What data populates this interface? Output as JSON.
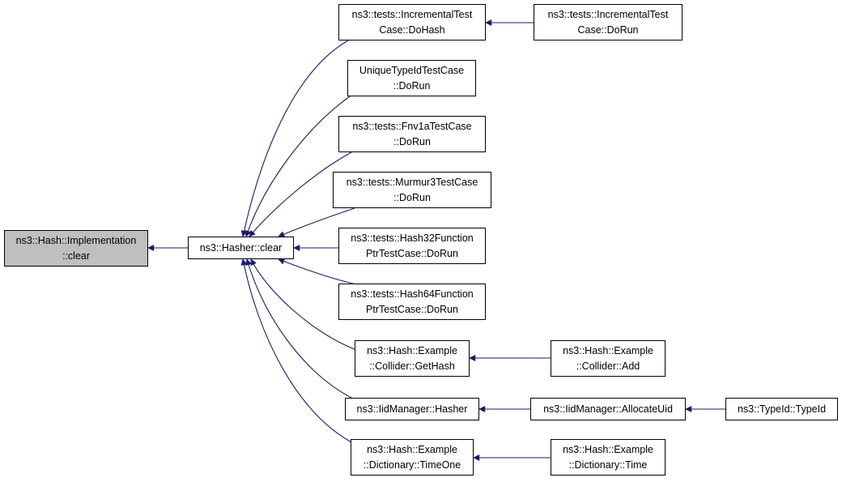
{
  "graph": {
    "edge_color": "#191970",
    "root_fill": "#bfbfbf",
    "nodes": {
      "impl_clear": {
        "line1": "ns3::Hash::Implementation",
        "line2": "::clear"
      },
      "hasher_clear": {
        "line1": "ns3::Hasher::clear"
      },
      "inc_dohash": {
        "line1": "ns3::tests::IncrementalTest",
        "line2": "Case::DoHash"
      },
      "inc_dorun": {
        "line1": "ns3::tests::IncrementalTest",
        "line2": "Case::DoRun"
      },
      "unique_dorun": {
        "line1": "UniqueTypeIdTestCase",
        "line2": "::DoRun"
      },
      "fnv_dorun": {
        "line1": "ns3::tests::Fnv1aTestCase",
        "line2": "::DoRun"
      },
      "murmur_dorun": {
        "line1": "ns3::tests::Murmur3TestCase",
        "line2": "::DoRun"
      },
      "h32_dorun": {
        "line1": "ns3::tests::Hash32Function",
        "line2": "PtrTestCase::DoRun"
      },
      "h64_dorun": {
        "line1": "ns3::tests::Hash64Function",
        "line2": "PtrTestCase::DoRun"
      },
      "collider_gethash": {
        "line1": "ns3::Hash::Example",
        "line2": "::Collider::GetHash"
      },
      "collider_add": {
        "line1": "ns3::Hash::Example",
        "line2": "::Collider::Add"
      },
      "iid_hasher": {
        "line1": "ns3::IidManager::Hasher"
      },
      "iid_allocate": {
        "line1": "ns3::IidManager::AllocateUid"
      },
      "typeid_typeid": {
        "line1": "ns3::TypeId::TypeId"
      },
      "dict_timeone": {
        "line1": "ns3::Hash::Example",
        "line2": "::Dictionary::TimeOne"
      },
      "dict_time": {
        "line1": "ns3::Hash::Example",
        "line2": "::Dictionary::Time"
      }
    }
  }
}
